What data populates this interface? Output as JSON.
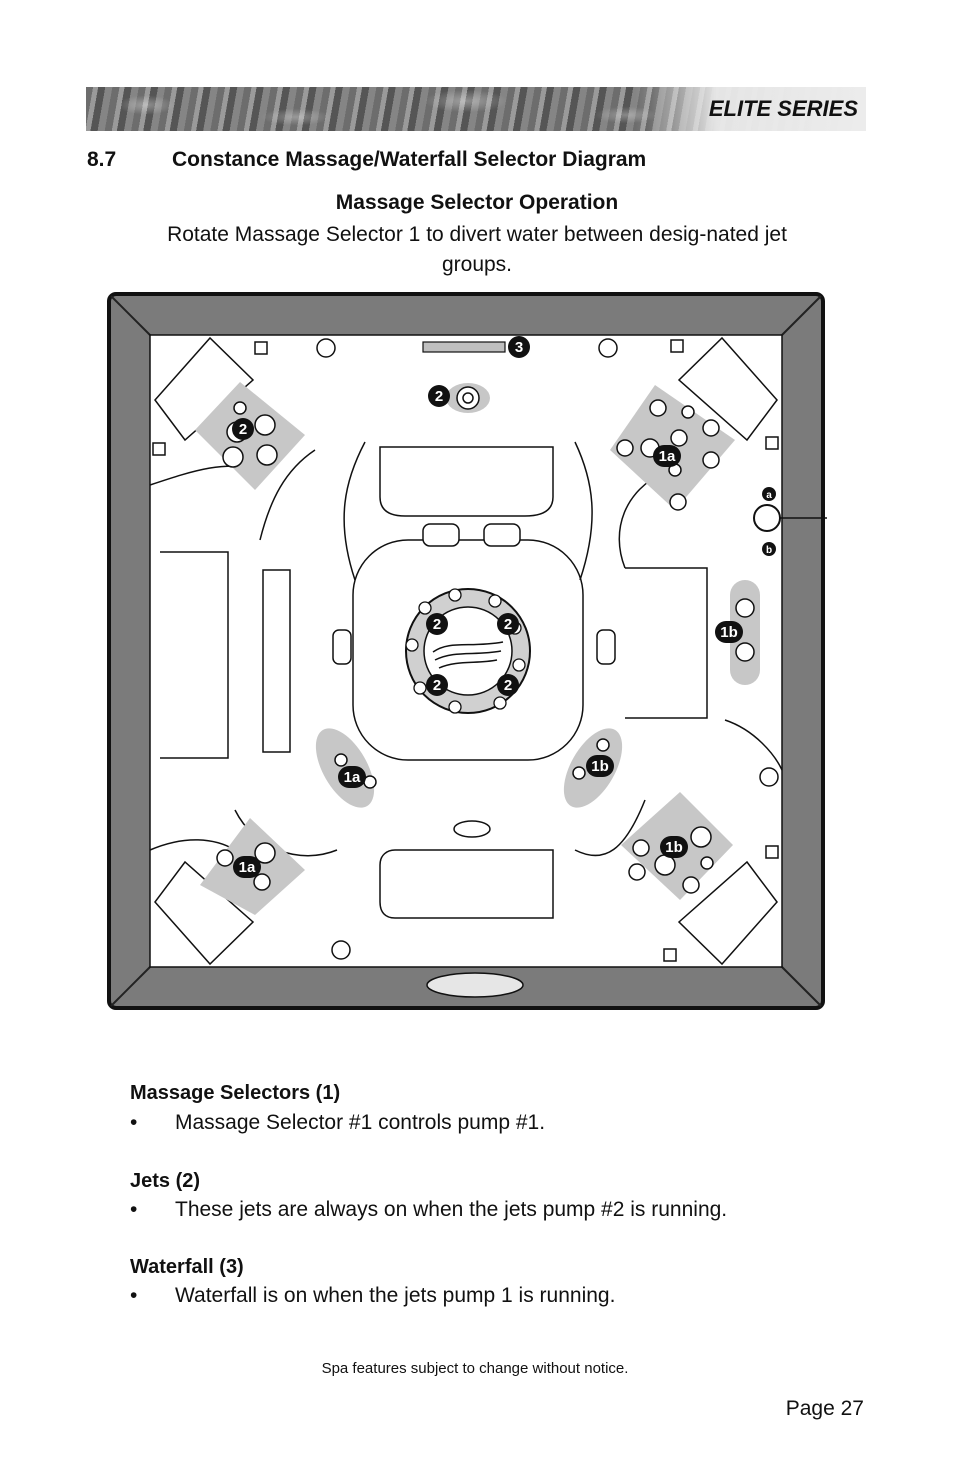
{
  "header": {
    "series": "ELITE SERIES"
  },
  "section": {
    "number": "8.7",
    "title": "Constance Massage/Waterfall Selector Diagram"
  },
  "operation": {
    "title": "Massage Selector Operation",
    "description": "Rotate Massage Selector 1 to divert water between desig-nated jet groups."
  },
  "diagram": {
    "callouts": {
      "waterfall": "3",
      "selector": "1",
      "selector_a": "a",
      "selector_b": "b",
      "top_jet": "2",
      "tl_group": "2",
      "tr_group": "1a",
      "right_group": "1b",
      "center_tl": "2",
      "center_tr": "2",
      "center_bl": "2",
      "center_br": "2",
      "mid_left": "1a",
      "mid_right": "1b",
      "bl_group": "1a",
      "br_group": "1b"
    }
  },
  "legend": {
    "selectors_title": "Massage Selectors (1)",
    "selectors_text": "Massage Selector #1 controls pump #1.",
    "jets_title": "Jets (2)",
    "jets_text": "These jets are always on when the jets pump #2 is running.",
    "waterfall_title": "Waterfall (3)",
    "waterfall_text": "Waterfall is on when the jets pump 1 is running.",
    "bullet": "•"
  },
  "footer": {
    "note": "Spa features subject to change without notice.",
    "page": "Page 27"
  }
}
